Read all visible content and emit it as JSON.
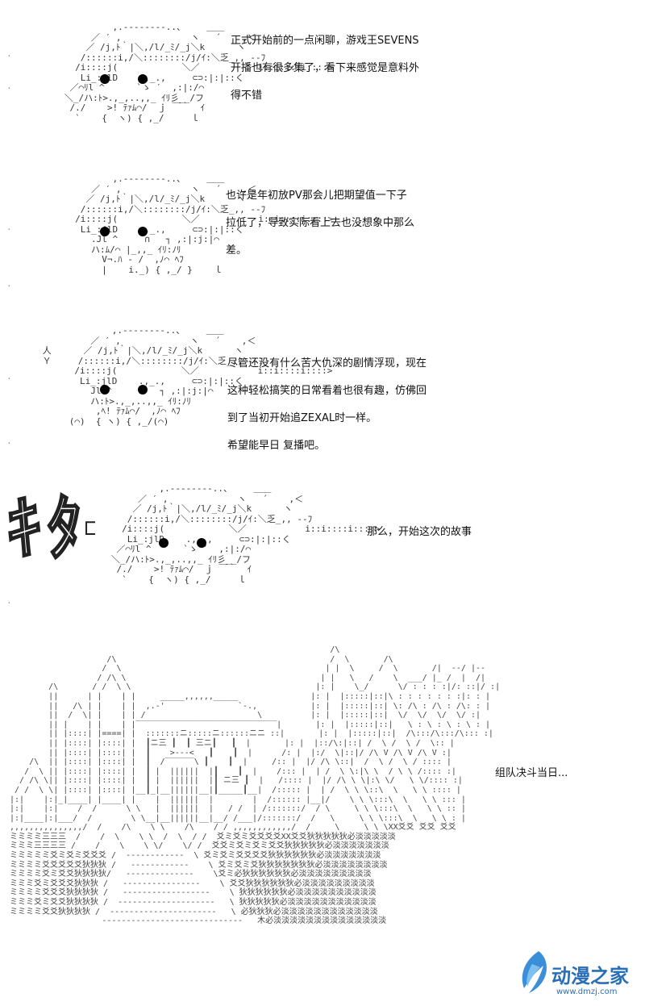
{
  "panels": [
    {
      "lines": [
        "正式开始前的一点闲聊，游戏王SEVENS",
        "开播也有很多集了，看下来感觉是意料外",
        "得不错"
      ]
    },
    {
      "lines": [
        "也许是年初放PV那会儿把期望值一下子",
        "拉低了，导致实际看上去也没想象中那么",
        "差。"
      ]
    },
    {
      "lines": [
        "尽管还没有什么苦大仇深的剧情浮现，现在",
        "这种轻松搞笑的日常看着也很有趣，仿佛回",
        "到了当初开始追ZEXAL时一样。",
        "希望能早日 复播吧。"
      ]
    }
  ],
  "title_panel": {
    "shout": "ｷﾀ━━!!",
    "caption": "那么，开始这次的故事"
  },
  "landscape_caption": "组队决斗当日...",
  "watermark": {
    "name": "动漫之家",
    "url": "www.dmzj.com",
    "color": "#2a6fb5"
  }
}
